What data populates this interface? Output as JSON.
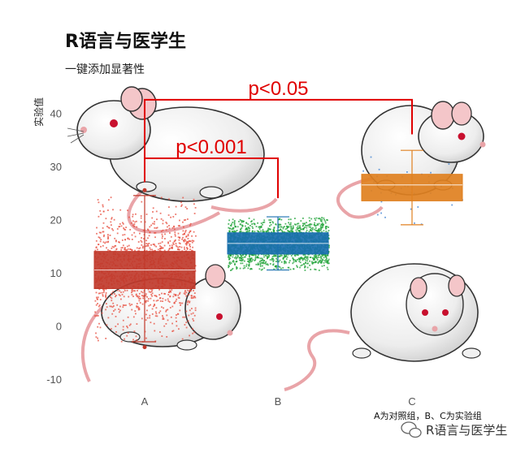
{
  "title": "R语言与医学生",
  "subtitle": "一键添加显著性",
  "caption": "A为对照组，B、C为实验组",
  "watermark": "R语言与医学生",
  "chart_data": {
    "type": "box",
    "ylabel": "实验值",
    "ylim": [
      -12,
      46
    ],
    "yticks": [
      -10,
      0,
      10,
      20,
      30,
      40
    ],
    "categories": [
      "A",
      "B",
      "C"
    ],
    "series": [
      {
        "category": "A",
        "color": "#c0392b",
        "point_color": "#e74c3c",
        "q1": 7,
        "median": 10.5,
        "q3": 14,
        "whisker_low": -3,
        "whisker_high": 24.5,
        "point_n": 1300,
        "point_spread": 5.5,
        "outliers": [
          25.5,
          -4
        ]
      },
      {
        "category": "B",
        "color": "#1a6fb0",
        "point_color": "#1aa033",
        "q1": 13.5,
        "median": 15.5,
        "q3": 17.5,
        "whisker_low": 10.5,
        "whisker_high": 20.5,
        "point_n": 2000,
        "point_spread": 2.2,
        "outliers": []
      },
      {
        "category": "C",
        "color": "#e08020",
        "point_color": "#3a7fd0",
        "q1": 23.5,
        "median": 26.5,
        "q3": 28.5,
        "whisker_low": 19,
        "whisker_high": 33,
        "point_n": 40,
        "point_spread": 3,
        "outliers": []
      }
    ],
    "significance": [
      {
        "from": "A",
        "to": "B",
        "label": "p<0.001",
        "y_bar": 31.5,
        "y_drop_left": 27,
        "y_drop_right": 24
      },
      {
        "from": "A",
        "to": "C",
        "label": "p<0.05",
        "y_bar": 42.5,
        "y_drop_left": 27,
        "y_drop_right": 36
      }
    ]
  }
}
